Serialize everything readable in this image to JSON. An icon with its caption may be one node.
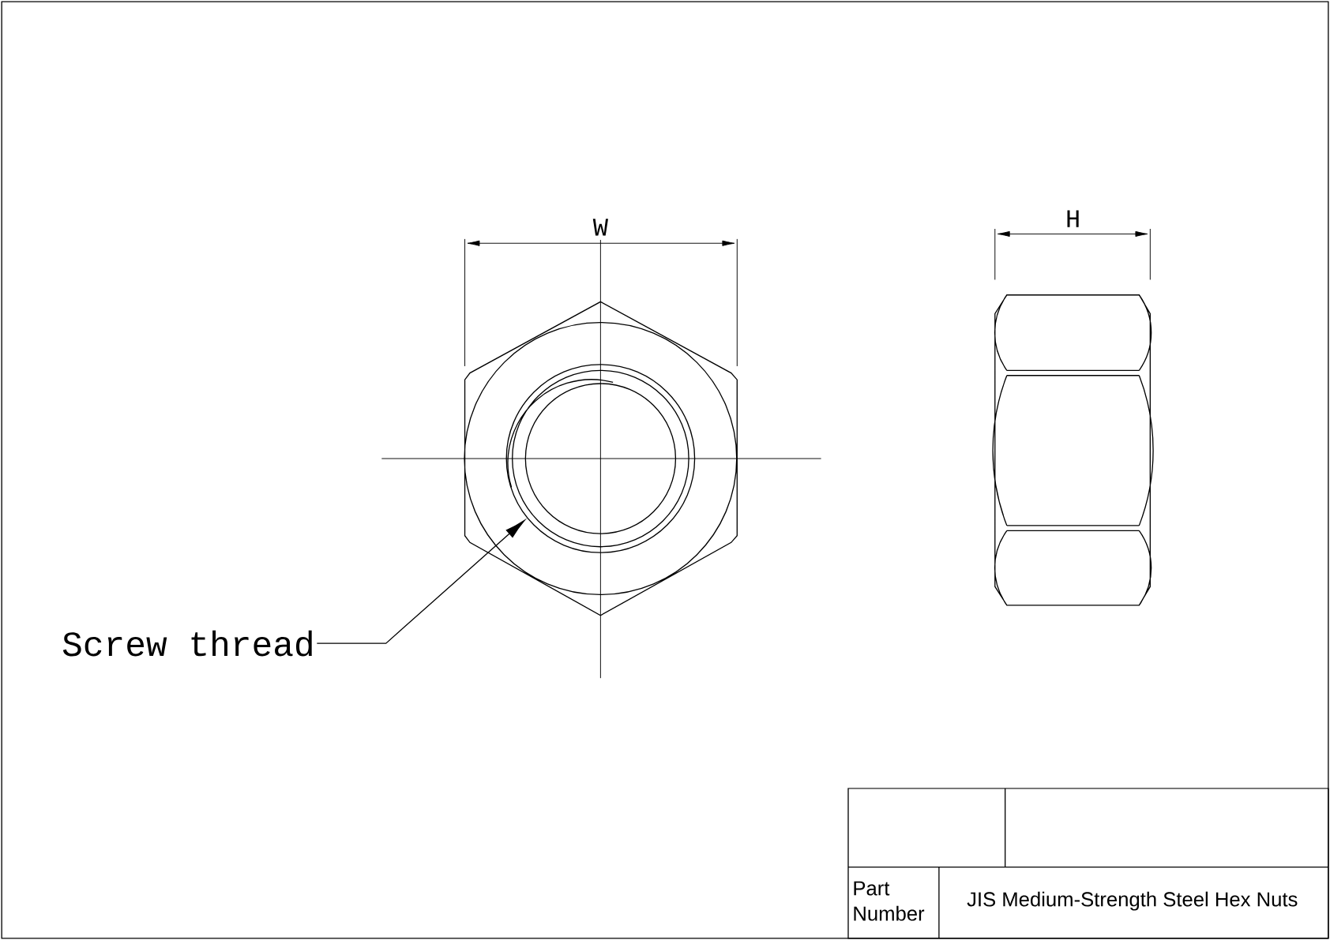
{
  "diagram": {
    "nodes": [
      {
        "text": [
          "Screw thread"
        ]
      },
      {
        "text": [],
        "shape": "circle"
      }
    ],
    "edges": [
      {
        "from": 0,
        "to": 1,
        "arrow": "to"
      }
    ],
    "labels": [
      "W",
      "H",
      "Part Number",
      "JIS Medium-Strength Steel Hex Nuts"
    ]
  }
}
